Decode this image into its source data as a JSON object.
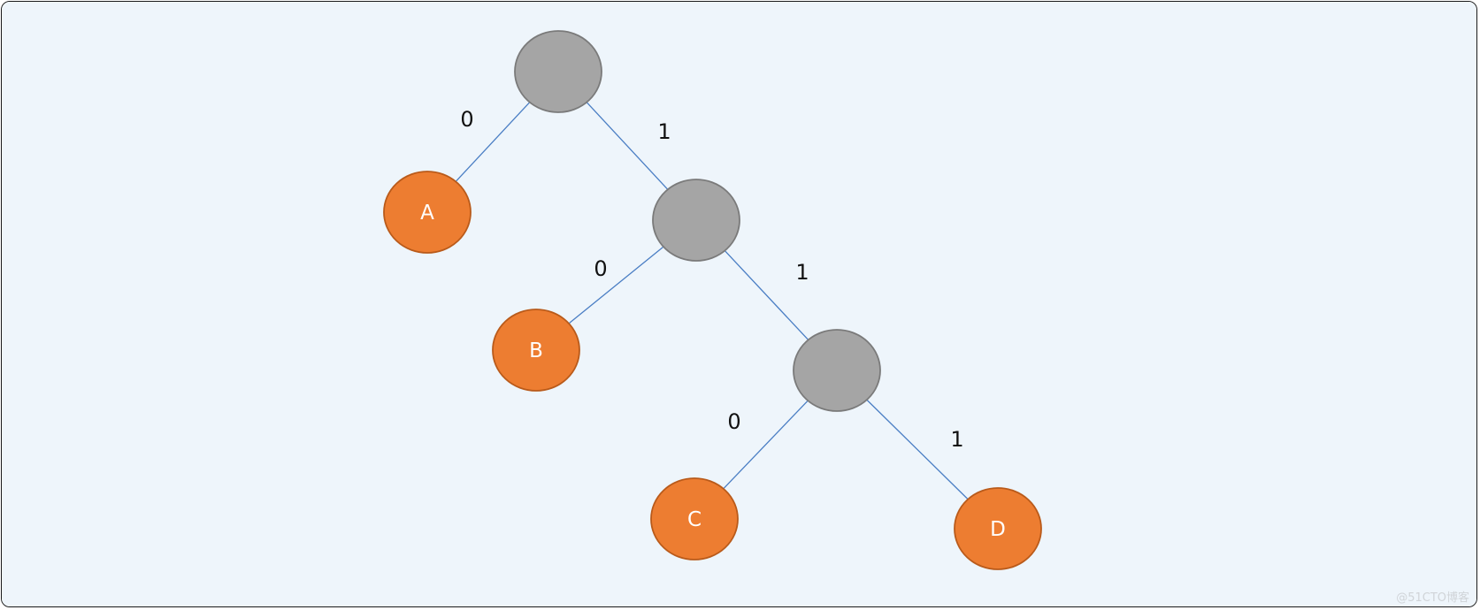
{
  "colors": {
    "background": "#eef5fb",
    "border": "#1a1a1a",
    "internal_node": "#a5a5a5",
    "internal_node_stroke": "#7a7a7a",
    "leaf_node": "#ed7d31",
    "leaf_node_stroke": "#b95a1a",
    "edge": "#4a7ec4"
  },
  "tree": {
    "nodes": [
      {
        "id": "root",
        "type": "internal",
        "label": ""
      },
      {
        "id": "n1",
        "type": "internal",
        "label": ""
      },
      {
        "id": "n2",
        "type": "internal",
        "label": ""
      },
      {
        "id": "A",
        "type": "leaf",
        "label": "A"
      },
      {
        "id": "B",
        "type": "leaf",
        "label": "B"
      },
      {
        "id": "C",
        "type": "leaf",
        "label": "C"
      },
      {
        "id": "D",
        "type": "leaf",
        "label": "D"
      }
    ],
    "edges": [
      {
        "from": "root",
        "to": "A",
        "label": "0"
      },
      {
        "from": "root",
        "to": "n1",
        "label": "1"
      },
      {
        "from": "n1",
        "to": "B",
        "label": "0"
      },
      {
        "from": "n1",
        "to": "n2",
        "label": "1"
      },
      {
        "from": "n2",
        "to": "C",
        "label": "0"
      },
      {
        "from": "n2",
        "to": "D",
        "label": "1"
      }
    ]
  },
  "watermark": "@51CTO博客"
}
